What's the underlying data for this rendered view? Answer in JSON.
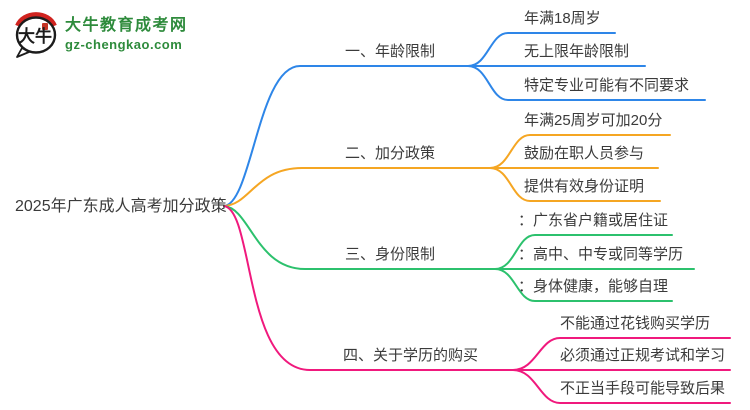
{
  "logo": {
    "title": "大牛教育成考网",
    "domain": "gz-chengkao.com",
    "icon_text": "大牛",
    "brand_color": "#2e8b3c",
    "icon_accent_color": "#d0231f"
  },
  "mindmap": {
    "root": {
      "label": "2025年广东成人高考加分政策"
    },
    "branches": [
      {
        "label": "一、年龄限制",
        "color": "#2e86e8",
        "children": [
          "年满18周岁",
          "无上限年龄限制",
          "特定专业可能有不同要求"
        ]
      },
      {
        "label": "二、加分政策",
        "color": "#f5a623",
        "children": [
          "年满25周岁可加20分",
          "鼓励在职人员参与",
          "提供有效身份证明"
        ]
      },
      {
        "label": "三、身份限制",
        "color": "#2cc16d",
        "children": [
          "：广东省户籍或居住证",
          "：高中、中专或同等学历",
          "：身体健康，能够自理"
        ]
      },
      {
        "label": "四、关于学历的购买",
        "color": "#f0197d",
        "children": [
          "不能通过花钱购买学历",
          "必须通过正规考试和学习",
          "不正当手段可能导致后果"
        ]
      }
    ]
  }
}
